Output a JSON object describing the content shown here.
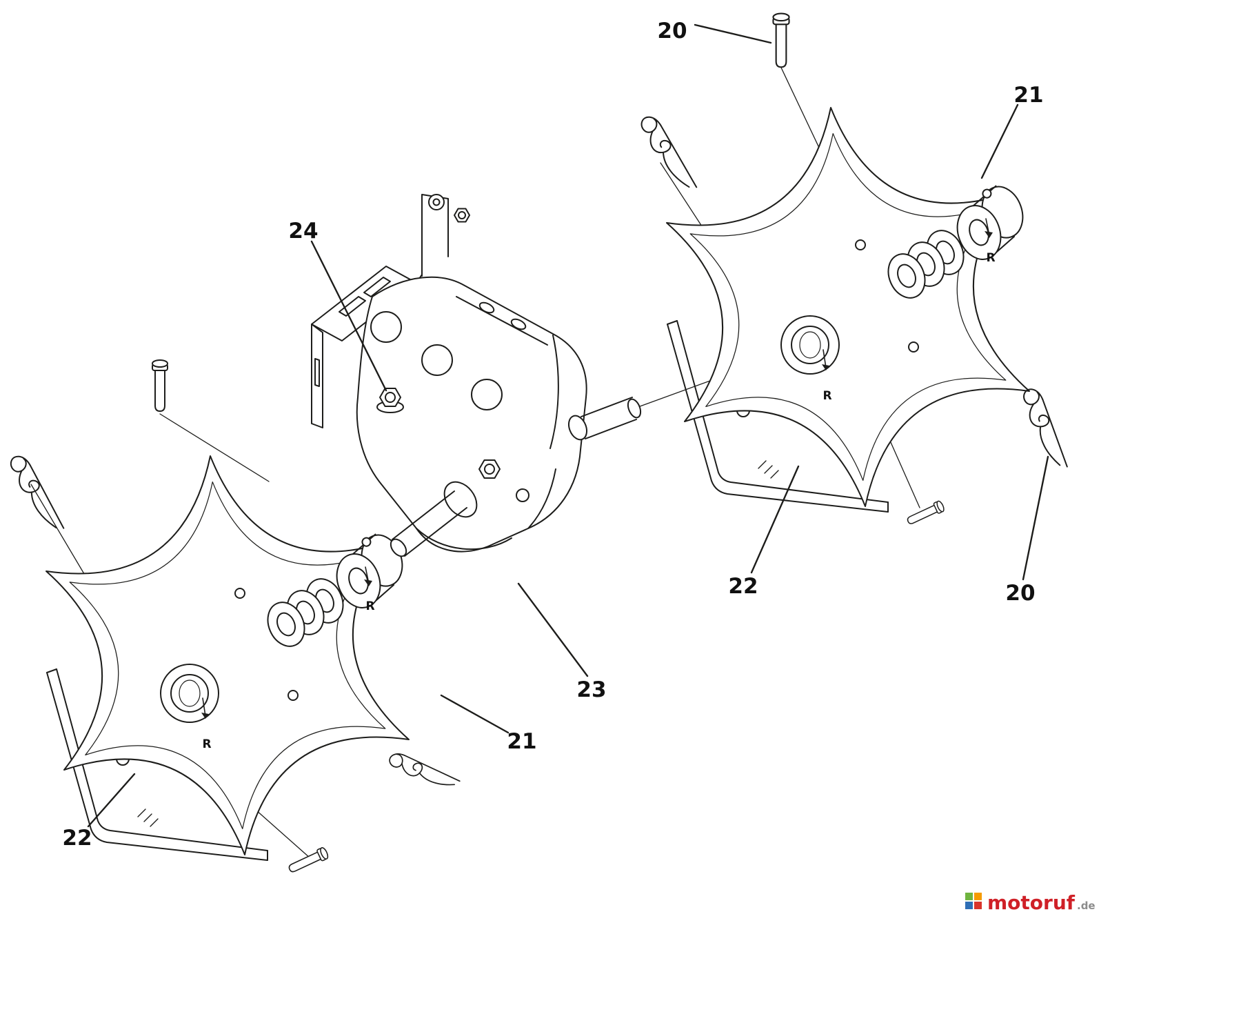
{
  "diagram": {
    "background": "#ffffff",
    "line_color": "#1d1d1b",
    "rotation_letter": "R",
    "labels": [
      {
        "id": "pin-top",
        "text": "20"
      },
      {
        "id": "tine-upper-right",
        "text": "21"
      },
      {
        "id": "gearbox-bolt",
        "text": "24"
      },
      {
        "id": "shield-right",
        "text": "22"
      },
      {
        "id": "pin-right",
        "text": "20"
      },
      {
        "id": "gearbox",
        "text": "23"
      },
      {
        "id": "tine-lower-left",
        "text": "21"
      },
      {
        "id": "shield-left",
        "text": "22"
      }
    ]
  },
  "logo": {
    "brand": "motoruf",
    "suffix": ".de",
    "brand_color": "#cf2027",
    "suffix_color": "#8c8c8c",
    "squares": [
      "#6fb43f",
      "#f59b00",
      "#2e6eb5",
      "#d9342b"
    ]
  }
}
